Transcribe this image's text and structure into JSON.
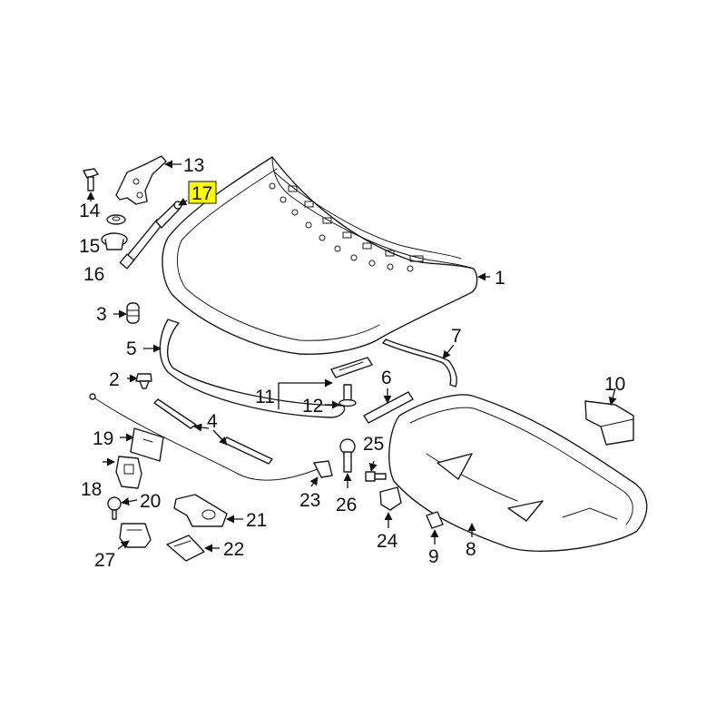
{
  "callouts": {
    "c1": "1",
    "c2": "2",
    "c3": "3",
    "c4": "4",
    "c5": "5",
    "c6": "6",
    "c7": "7",
    "c8": "8",
    "c9": "9",
    "c10": "10",
    "c11": "11",
    "c12": "12",
    "c13": "13",
    "c14": "14",
    "c15": "15",
    "c16": "16",
    "c17": "17",
    "c18": "18",
    "c19": "19",
    "c20": "20",
    "c21": "21",
    "c22": "22",
    "c23": "23",
    "c24": "24",
    "c25": "25",
    "c26": "26",
    "c27": "27"
  },
  "highlighted_callout": "17",
  "colors": {
    "highlight": "#ffff00",
    "line": "#1a1a1a",
    "background": "#ffffff"
  }
}
